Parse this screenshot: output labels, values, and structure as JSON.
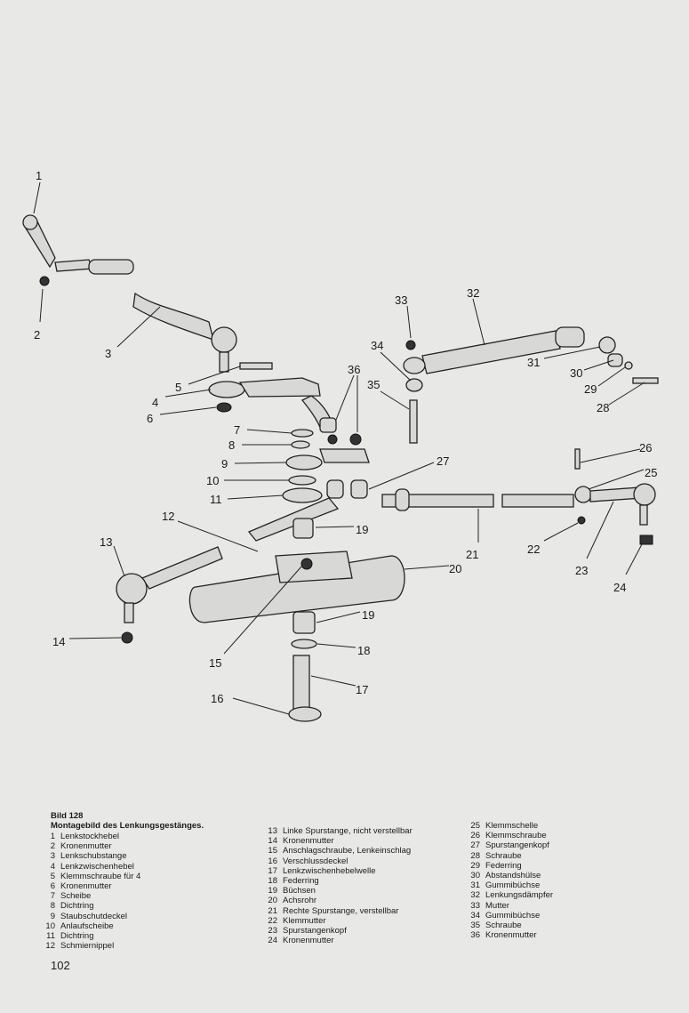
{
  "figure": {
    "label": "Bild 128",
    "title": "Montagebild des Lenkungsgestänges.",
    "legend": [
      {
        "n": "1",
        "text": "Lenkstockhebel"
      },
      {
        "n": "2",
        "text": "Kronenmutter"
      },
      {
        "n": "3",
        "text": "Lenkschubstange"
      },
      {
        "n": "4",
        "text": "Lenkzwischenhebel"
      },
      {
        "n": "5",
        "text": "Klemmschraube für 4"
      },
      {
        "n": "6",
        "text": "Kronenmutter"
      },
      {
        "n": "7",
        "text": "Scheibe"
      },
      {
        "n": "8",
        "text": "Dichtring"
      },
      {
        "n": "9",
        "text": "Staubschutdeckel"
      },
      {
        "n": "10",
        "text": "Anlaufscheibe"
      },
      {
        "n": "11",
        "text": "Dichtring"
      },
      {
        "n": "12",
        "text": "Schmiernippel"
      },
      {
        "n": "13",
        "text": "Linke Spurstange, nicht verstellbar"
      },
      {
        "n": "14",
        "text": "Kronenmutter"
      },
      {
        "n": "15",
        "text": "Anschlagschraube, Lenkeinschlag"
      },
      {
        "n": "16",
        "text": "Verschlussdeckel"
      },
      {
        "n": "17",
        "text": "Lenkzwischenhebelwelle"
      },
      {
        "n": "18",
        "text": "Federring"
      },
      {
        "n": "19",
        "text": "Büchsen"
      },
      {
        "n": "20",
        "text": "Achsrohr"
      },
      {
        "n": "21",
        "text": "Rechte Spurstange, verstellbar"
      },
      {
        "n": "22",
        "text": "Klemmutter"
      },
      {
        "n": "23",
        "text": "Spurstangenkopf"
      },
      {
        "n": "24",
        "text": "Kronenmutter"
      },
      {
        "n": "25",
        "text": "Klemmschelle"
      },
      {
        "n": "26",
        "text": "Klemmschraube"
      },
      {
        "n": "27",
        "text": "Spurstangenkopf"
      },
      {
        "n": "28",
        "text": "Schraube"
      },
      {
        "n": "29",
        "text": "Federring"
      },
      {
        "n": "30",
        "text": "Abstandshülse"
      },
      {
        "n": "31",
        "text": "Gummibüchse"
      },
      {
        "n": "32",
        "text": "Lenkungsdämpfer"
      },
      {
        "n": "33",
        "text": "Mutter"
      },
      {
        "n": "34",
        "text": "Gummibüchse"
      },
      {
        "n": "35",
        "text": "Schraube"
      },
      {
        "n": "36",
        "text": "Kronenmutter"
      }
    ]
  },
  "callouts": [
    "1",
    "2",
    "3",
    "4",
    "5",
    "6",
    "7",
    "8",
    "9",
    "10",
    "11",
    "12",
    "13",
    "14",
    "15",
    "16",
    "17",
    "18",
    "19",
    "19",
    "20",
    "21",
    "22",
    "23",
    "24",
    "25",
    "26",
    "27",
    "28",
    "29",
    "30",
    "31",
    "32",
    "33",
    "34",
    "35",
    "36"
  ],
  "page_number": "102"
}
